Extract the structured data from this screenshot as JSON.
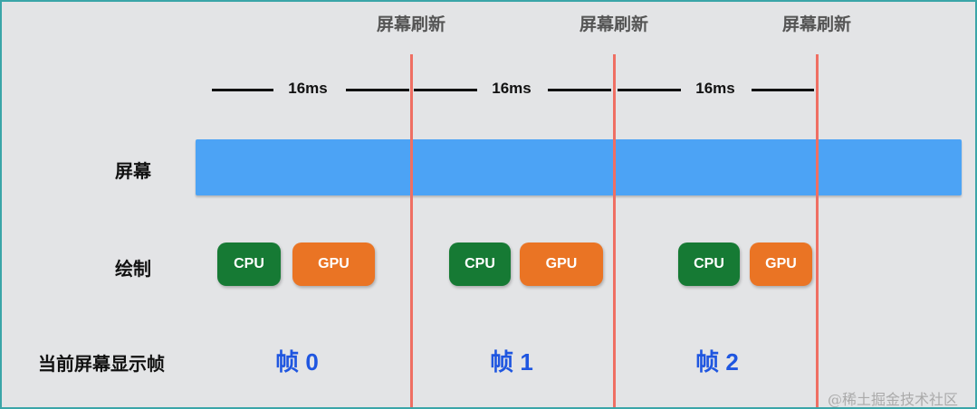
{
  "refresh_label": "屏幕刷新",
  "interval_label": "16ms",
  "rows": {
    "screen": "屏幕",
    "draw": "绘制",
    "current_frame": "当前屏幕显示帧"
  },
  "cpu_label": "CPU",
  "gpu_label": "GPU",
  "frames": [
    "帧 0",
    "帧 1",
    "帧 2"
  ],
  "watermark": "@稀土掘金技术社区",
  "colors": {
    "screen_bar": "#4ca3f5",
    "refresh_line": "#ef6f63",
    "cpu": "#167a34",
    "gpu": "#ea7424",
    "frame_text": "#1f56e0"
  }
}
